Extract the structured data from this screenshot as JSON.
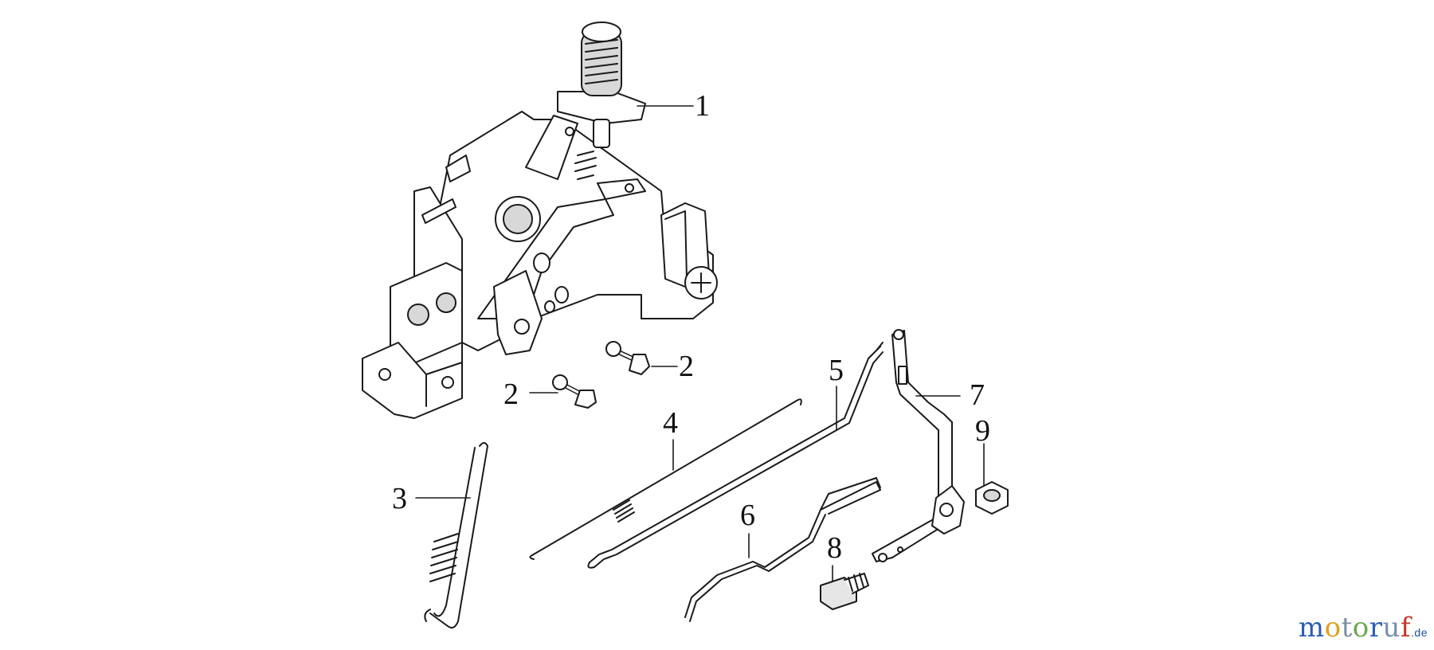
{
  "diagram": {
    "callouts": [
      {
        "id": "1",
        "label": "1"
      },
      {
        "id": "2a",
        "label": "2"
      },
      {
        "id": "2b",
        "label": "2"
      },
      {
        "id": "3",
        "label": "3"
      },
      {
        "id": "4",
        "label": "4"
      },
      {
        "id": "5",
        "label": "5"
      },
      {
        "id": "6",
        "label": "6"
      },
      {
        "id": "7",
        "label": "7"
      },
      {
        "id": "8",
        "label": "8"
      },
      {
        "id": "9",
        "label": "9"
      }
    ],
    "colors": {
      "line": "#1a1a1a",
      "fill": "#ffffff",
      "shade": "#d8d8d8"
    }
  },
  "watermark": {
    "letters": [
      {
        "ch": "m",
        "color": "#2a5db0"
      },
      {
        "ch": "o",
        "color": "#e0a020"
      },
      {
        "ch": "t",
        "color": "#7a8fa8"
      },
      {
        "ch": "o",
        "color": "#6aa84f"
      },
      {
        "ch": "r",
        "color": "#2a5db0"
      },
      {
        "ch": "u",
        "color": "#7a8fa8"
      },
      {
        "ch": "f",
        "color": "#c0392b"
      }
    ],
    "tld": ".de"
  }
}
